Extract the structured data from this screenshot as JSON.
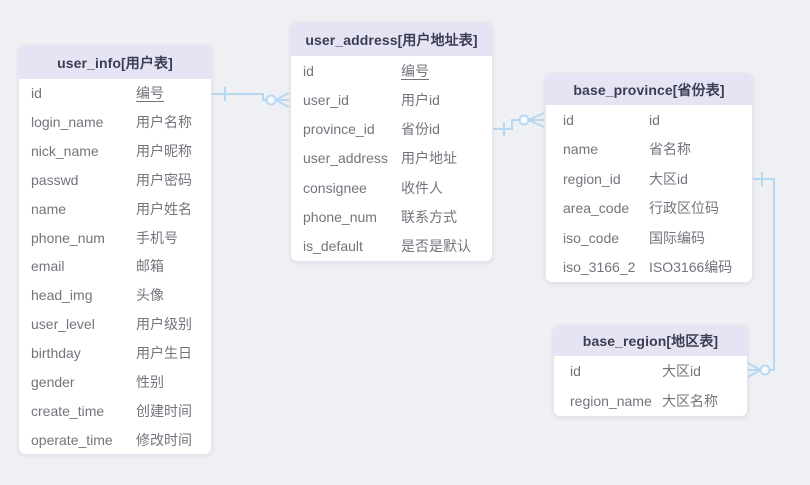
{
  "colors": {
    "canvas_bg": "#eef0f4",
    "card_bg": "#ffffff",
    "header_bg": "#e4e4f5",
    "card_border": "#e4e5ec",
    "title_text": "#3d3d50",
    "field_text": "#74747d",
    "wire": "#b7d8f2"
  },
  "tables": [
    {
      "key": "user_info",
      "title": "user_info[用户表]",
      "rows": [
        {
          "name": "id",
          "comment": "编号",
          "pk": true
        },
        {
          "name": "login_name",
          "comment": "用户名称"
        },
        {
          "name": "nick_name",
          "comment": "用户昵称"
        },
        {
          "name": "passwd",
          "comment": "用户密码"
        },
        {
          "name": "name",
          "comment": "用户姓名"
        },
        {
          "name": "phone_num",
          "comment": "手机号"
        },
        {
          "name": "email",
          "comment": "邮箱"
        },
        {
          "name": "head_img",
          "comment": "头像"
        },
        {
          "name": "user_level",
          "comment": "用户级别"
        },
        {
          "name": "birthday",
          "comment": "用户生日"
        },
        {
          "name": "gender",
          "comment": "性别"
        },
        {
          "name": "create_time",
          "comment": "创建时间"
        },
        {
          "name": "operate_time",
          "comment": "修改时间"
        }
      ]
    },
    {
      "key": "user_address",
      "title": "user_address[用户地址表]",
      "rows": [
        {
          "name": "id",
          "comment": "编号",
          "pk": true
        },
        {
          "name": "user_id",
          "comment": "用户id"
        },
        {
          "name": "province_id",
          "comment": "省份id"
        },
        {
          "name": "user_address",
          "comment": "用户地址"
        },
        {
          "name": "consignee",
          "comment": "收件人"
        },
        {
          "name": "phone_num",
          "comment": "联系方式"
        },
        {
          "name": "is_default",
          "comment": "是否是默认"
        }
      ]
    },
    {
      "key": "base_province",
      "title": "base_province[省份表]",
      "rows": [
        {
          "name": "id",
          "comment": "id"
        },
        {
          "name": "name",
          "comment": "省名称"
        },
        {
          "name": "region_id",
          "comment": "大区id"
        },
        {
          "name": "area_code",
          "comment": "行政区位码"
        },
        {
          "name": "iso_code",
          "comment": "国际编码"
        },
        {
          "name": "iso_3166_2",
          "comment": "ISO3166编码"
        }
      ]
    },
    {
      "key": "base_region",
      "title": "base_region[地区表]",
      "rows": [
        {
          "name": "id",
          "comment": "大区id"
        },
        {
          "name": "region_name",
          "comment": "大区名称"
        }
      ]
    }
  ],
  "relationships": [
    {
      "from": "user_info.id",
      "to": "user_address.user_id",
      "from_cardinality": "one",
      "to_cardinality": "zero-or-many"
    },
    {
      "from": "user_address.province_id",
      "to": "base_province.id",
      "from_cardinality": "one",
      "to_cardinality": "zero-or-many"
    },
    {
      "from": "base_province.region_id",
      "to": "base_region.id",
      "from_cardinality": "one",
      "to_cardinality": "zero-or-many"
    }
  ]
}
